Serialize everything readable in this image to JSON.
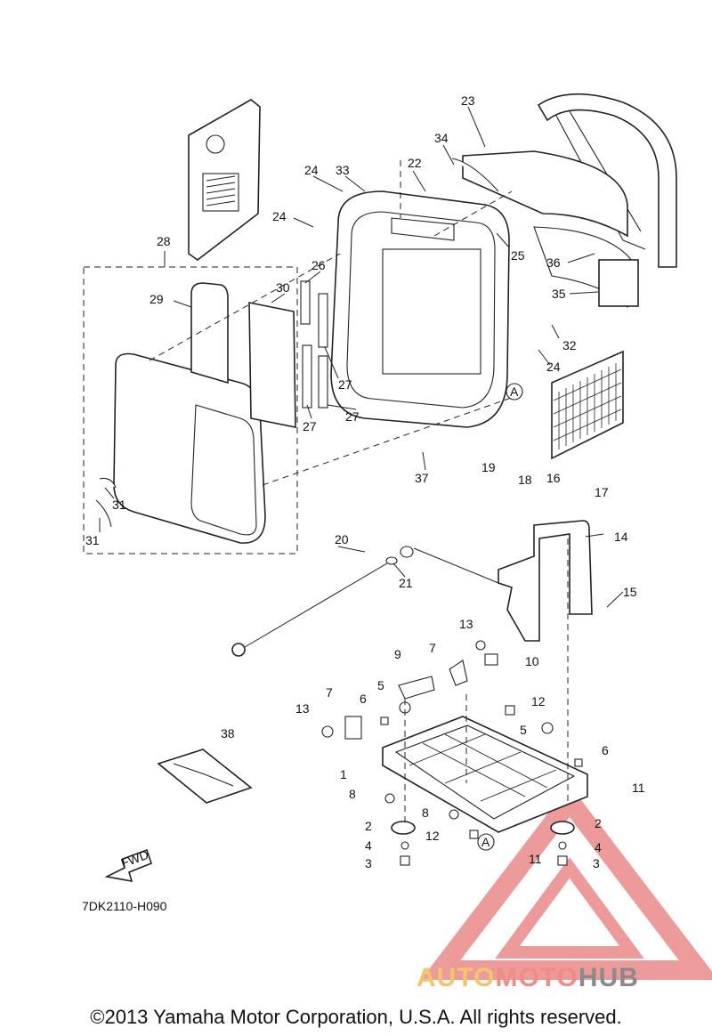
{
  "diagram": {
    "code": "7DK2110-H090",
    "fwd_label": "FWD",
    "ref_mark": "A",
    "part_labels": {
      "p1": "1",
      "p2": "2",
      "p3": "3",
      "p4": "4",
      "p5": "5",
      "p6": "6",
      "p7": "7",
      "p8": "8",
      "p9": "9",
      "p10": "10",
      "p11": "11",
      "p12": "12",
      "p13": "13",
      "p14": "14",
      "p15": "15",
      "p16": "16",
      "p17": "17",
      "p18": "18",
      "p19": "19",
      "p20": "20",
      "p21": "21",
      "p22": "22",
      "p23": "23",
      "p24": "24",
      "p25": "25",
      "p26": "26",
      "p27": "27",
      "p28": "28",
      "p29": "29",
      "p30": "30",
      "p31": "31",
      "p32": "32",
      "p33": "33",
      "p34": "34",
      "p35": "35",
      "p36": "36",
      "p37": "37",
      "p38": "38"
    }
  },
  "watermark": {
    "part1": "AUTO",
    "part2": "MOTO",
    "part3": "HUB",
    "colors": [
      "#f2c56b",
      "#f08c84",
      "#8a8a8a"
    ]
  },
  "footer": {
    "copyright": "©2013 Yamaha Motor Corporation, U.S.A. All rights reserved."
  }
}
